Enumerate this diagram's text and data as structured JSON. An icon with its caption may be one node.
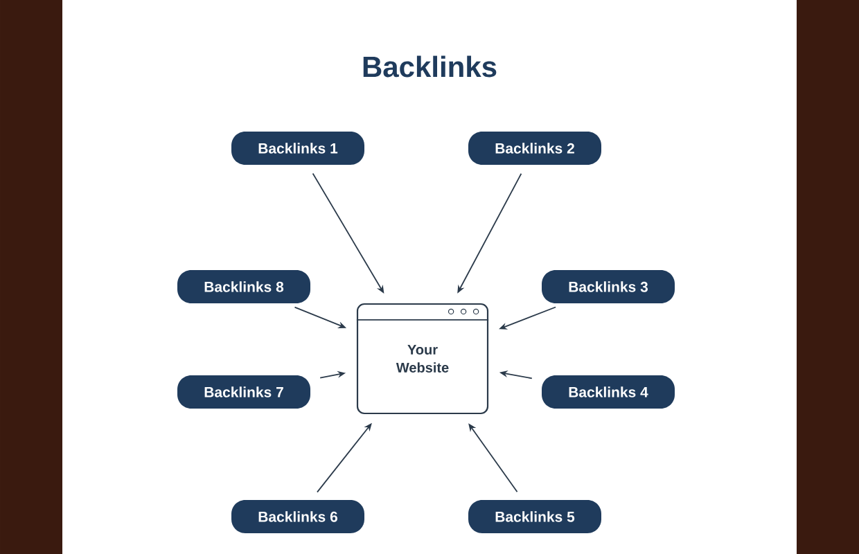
{
  "diagram": {
    "title": "Backlinks",
    "nodes": [
      {
        "text": [
          "Backlinks 1"
        ]
      },
      {
        "text": [
          "Backlinks 2"
        ]
      },
      {
        "text": [
          "Backlinks 3"
        ]
      },
      {
        "text": [
          "Backlinks 4"
        ]
      },
      {
        "text": [
          "Backlinks 5"
        ]
      },
      {
        "text": [
          "Backlinks 6"
        ]
      },
      {
        "text": [
          "Backlinks 7"
        ]
      },
      {
        "text": [
          "Backlinks 8"
        ]
      },
      {
        "text": [
          "Your Website"
        ]
      }
    ],
    "edges": [
      {
        "from": 0,
        "to": 8,
        "arrow": "to"
      },
      {
        "from": 1,
        "to": 8,
        "arrow": "to"
      },
      {
        "from": 2,
        "to": 8,
        "arrow": "to"
      },
      {
        "from": 3,
        "to": 8,
        "arrow": "to"
      },
      {
        "from": 4,
        "to": 8,
        "arrow": "to"
      },
      {
        "from": 5,
        "to": 8,
        "arrow": "to"
      },
      {
        "from": 6,
        "to": 8,
        "arrow": "to"
      },
      {
        "from": 7,
        "to": 8,
        "arrow": "to"
      }
    ]
  }
}
